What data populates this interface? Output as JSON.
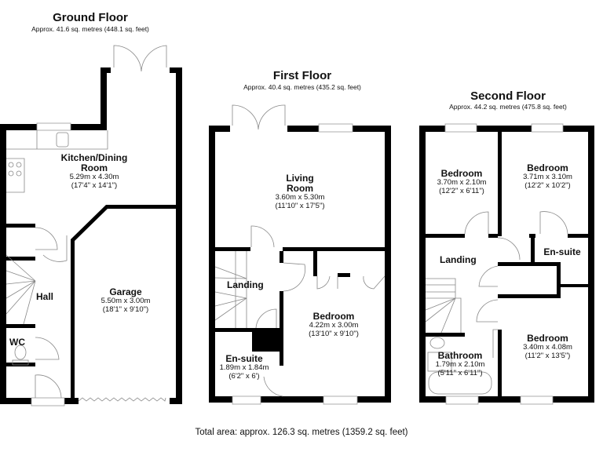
{
  "floors": [
    {
      "id": "ground",
      "title": "Ground Floor",
      "subtitle": "Approx. 41.6 sq. metres (448.1 sq. feet)",
      "rooms": [
        {
          "name": "Kitchen/Dining",
          "name2": "Room",
          "metric": "5.29m x 4.30m",
          "imperial": "(17'4\" x 14'1\")"
        },
        {
          "name": "Garage",
          "metric": "5.50m x 3.00m",
          "imperial": "(18'1\" x 9'10\")"
        },
        {
          "name": "Hall"
        },
        {
          "name": "WC"
        }
      ]
    },
    {
      "id": "first",
      "title": "First Floor",
      "subtitle": "Approx. 40.4 sq. metres (435.2 sq. feet)",
      "rooms": [
        {
          "name": "Living",
          "name2": "Room",
          "metric": "3.60m x 5.30m",
          "imperial": "(11'10\" x 17'5\")"
        },
        {
          "name": "Landing"
        },
        {
          "name": "Bedroom",
          "metric": "4.22m x 3.00m",
          "imperial": "(13'10\" x 9'10\")"
        },
        {
          "name": "En-suite",
          "metric": "1.89m x 1.84m",
          "imperial": "(6'2\" x 6')"
        }
      ]
    },
    {
      "id": "second",
      "title": "Second Floor",
      "subtitle": "Approx. 44.2 sq. metres (475.8 sq. feet)",
      "rooms": [
        {
          "name": "Bedroom",
          "metric": "3.70m x 2.10m",
          "imperial": "(12'2\" x 6'11\")"
        },
        {
          "name": "Bedroom",
          "metric": "3.71m x 3.10m",
          "imperial": "(12'2\" x 10'2\")"
        },
        {
          "name": "En-suite"
        },
        {
          "name": "Landing"
        },
        {
          "name": "Bedroom",
          "metric": "3.40m x 4.08m",
          "imperial": "(11'2\" x 13'5\")"
        },
        {
          "name": "Bathroom",
          "metric": "1.79m x 2.10m",
          "imperial": "(5'11\" x 6'11\")"
        }
      ]
    }
  ],
  "total": "Total area: approx. 126.3 sq. metres (1359.2 sq. feet)",
  "colors": {
    "wall": "#000000",
    "fixture": "#888888",
    "background": "#ffffff"
  }
}
